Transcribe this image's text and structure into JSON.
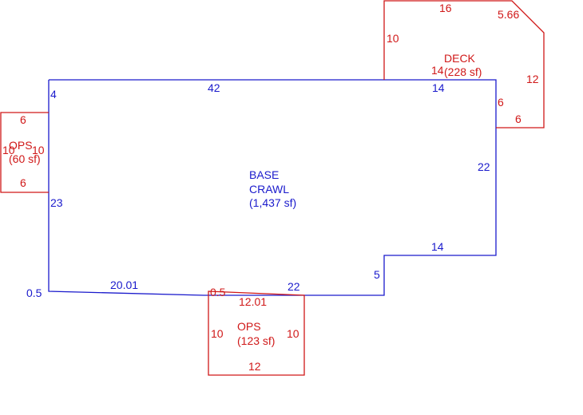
{
  "colors": {
    "base": "#1a1acc",
    "addition": "#d01818",
    "background": "#ffffff"
  },
  "base": {
    "name_line1": "BASE",
    "name_line2": "CRAWL",
    "area": "(1,437 sf)",
    "dims": {
      "top": "42",
      "left_top": "4",
      "left": "23",
      "corner": "0.5",
      "bottom_left": "20.01",
      "bottom_mid_offset": "0.5",
      "bottom_mid": "22",
      "step_vertical": "5",
      "step_horizontal": "14",
      "right": "22",
      "top_right": "14"
    }
  },
  "deck": {
    "name": "DECK",
    "area": "(228 sf)",
    "dims": {
      "top": "16",
      "diagonal": "5.66",
      "left": "10",
      "right": "12",
      "bottom_left": "14",
      "notch_vertical": "6",
      "notch_horizontal": "6"
    }
  },
  "ops_left": {
    "name": "OPS",
    "area": "(60 sf)",
    "dims": {
      "top": "6",
      "bottom": "6",
      "left": "10",
      "right": "10"
    }
  },
  "ops_bottom": {
    "name": "OPS",
    "area": "(123 sf)",
    "dims": {
      "top": "12.01",
      "bottom": "12",
      "left": "10",
      "right": "10"
    }
  }
}
